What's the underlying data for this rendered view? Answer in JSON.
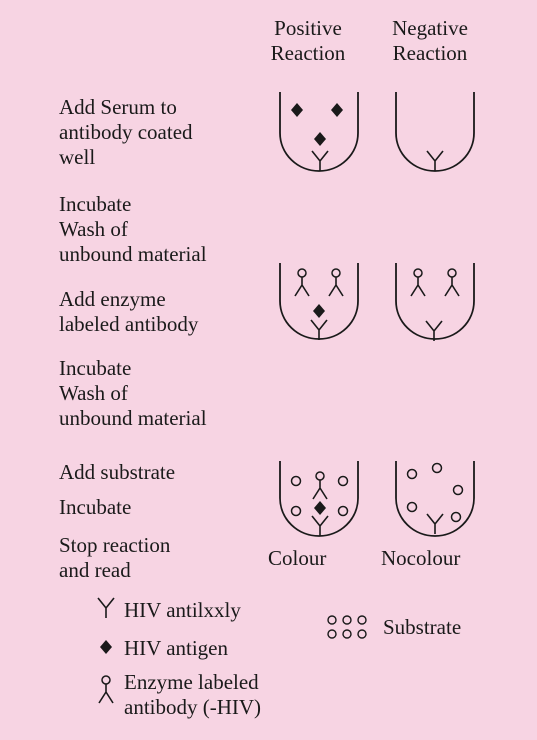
{
  "headers": {
    "positive": [
      "Positive",
      "Reaction"
    ],
    "negative": [
      "Negative",
      "Reaction"
    ]
  },
  "steps": {
    "step1": [
      "Add Serum to",
      "antibody coated",
      "well"
    ],
    "step2a": [
      "Incubate",
      "Wash of",
      "unbound material"
    ],
    "step2b": [
      "Add enzyme",
      "labeled antibody"
    ],
    "step3": [
      "Incubate",
      "Wash of",
      "unbound material"
    ],
    "step4a": "Add substrate",
    "step4b": "Incubate",
    "step4c": [
      "Stop reaction",
      "and read"
    ]
  },
  "results": {
    "positive": "Colour",
    "negative": "Nocolour"
  },
  "legend": {
    "antibody": "HIV antilxxly",
    "antigen": "HIV antigen",
    "enzyme": [
      "Enzyme labeled",
      "antibody (-HIV)"
    ],
    "substrate": "Substrate"
  },
  "colors": {
    "background": "#f7d4e3",
    "ink": "#1a1a1a"
  }
}
